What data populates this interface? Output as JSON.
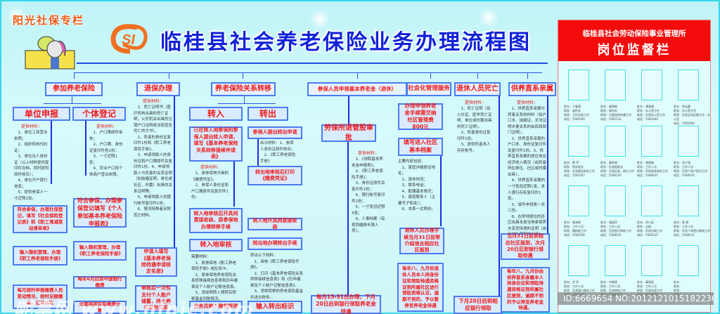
{
  "header": {
    "badge": "阳光社保专栏",
    "title": "临桂县社会养老保险业务办理流程图",
    "logo": "社保SI标志"
  },
  "colors": {
    "title": "#1022d8",
    "box_text": "#f01818",
    "box_border": "#4a7cf0",
    "panel_head": "#f40c0c",
    "logo": "#f07020"
  },
  "columns": {
    "c1": {
      "head": "参加养老保险",
      "unit": {
        "title": "单位申报",
        "mat_label": "提供材料：",
        "mat": "　1、单位工商营业执照；\n　2、组织机构代码证；\n　3、单位法人身份证（以上材料提供复印件存档，同时提供原件核实）；\n　4、单位开户银行信息；\n　5、提供参保人一寸近照1张。",
        "s1": "符合参保，办理社保登记，填写《社会保险登记表》和《职工增减变动清单表》",
        "s2": "输入微机管理，办理《职工养老保险手册》",
        "s3": "每月按时申报缴费人员变动情况，按时足额缴费，记录台账"
      },
      "individual": {
        "title": "个体登记",
        "mat_label": "提供材料：",
        "mat": "　1、户口簿原件审核；\n　2、户口簿、身份证复印件各1份；\n　3、一寸近照1张；\n　4、农业户口持个体商户营业执照。",
        "s1": "符合参保，办理参保登记填写《个人参加基本养老保险申报表》",
        "s2": "输入微机管理，办理《职工养老保险手册》",
        "s3": "每年6月后到中国银行缴费",
        "s4": "过期将按实际缴费计算"
      }
    },
    "c2": {
      "head": "退保办理",
      "mat_label": "提供材料：",
      "mat": "　1、死亡证明书（医疗机构出具的死亡证明，公安机关出具的注销户口证明或法院宣告死亡的文书）。\n　2、死者的身份证复印件1份和《职工养老保险手册》。\n　3、申请领款人的身份证和户口簿原件及复印件1份。4、申请领款人与死者的关系证明（如结婚证明，单位或社区、村委）出具的关系证明等。\n　5、申请领款人的银行帐号复印件1份。\n　6、情况特殊者另附其它材料。",
      "s1": "申请人填写《基本养老保险待遇申请核定名册》",
      "s2": "审核后一次性支付个人账户储蓄，终止养老保险关系"
    },
    "c3": {
      "head": "养老保险关系转移",
      "in": {
        "title": "转入",
        "s1": "已在转入地参保的参保人提出转入申请，填写《基本养老保险关系转移接续申请表》",
        "mat_label": "提供材料：",
        "mat": "　1、原参保地开具的《缴费凭证》。\n　2、参保人身份证和户口簿原件及复印件1份。",
        "s2": "转入地审核后开具同意接收函，原参保地办理转移手续",
        "s3": "转入地审核",
        "mat2": "需要材料：\n　1、原参保地《职工养老保险手册》或社保卡。\n　2、原参保地养老保险关系转移接续信息表和历年缴费及个人帐户记账信息表。\n　3、须说明转入预转实转移基金到账情况。",
        "s4": "业务员输入微机管理"
      },
      "out": {
        "title": "转出",
        "s1": "参保人提出转出申请",
        "mat": "出示材料：1、参保人身份证原件核对。\n　2、《职工养老保险手册》",
        "s2": "转出地审核后打印《缴费凭证》",
        "s3": "转入地开具同意接收函",
        "s4": "转出地办理转出手续",
        "mat2": "转出以下材料：\n　1、审核《职工养老保险手册》。\n　2、打印《基本养老保险关系转移接续信息表》和《历年缴费及个人帐户记账信息表》。\n　3、须将转移的养老保险基金并送交财务。",
        "s5": "输入转出标识"
      }
    },
    "c4": {
      "head": "参保人员申领基本养老金（退休）",
      "s1": "劳保所退管股审批",
      "mat_label": "提供材料：",
      "mat": "　1、《领取基本养老金申报表》；\n　2、《职工养老保险手册》；\n　3、身份证原件及复印件1份；\n　4、银行帐号复印件1份；\n　5、一寸免冠近照3张；\n　6、人事档案（有视同缴费年限人员）。",
      "s2": "每月15-31日办理，下月20日后到银行领取养老金待遇"
    },
    "c5": {
      "head": "社会化管理服务",
      "s1": "办理申领养老金手续需交纳社区管理费800元",
      "s2": "填写进入社区基本档案",
      "mat": "主要内容包括：\n　1、家庭详细居住地址；\n　2、退休时间；\n　3、联系电话；\n　4、配偶基本情况；\n　5、家庭联系人（主要写子和女）；\n　6、本表一式两份。",
      "s3": "退休人员办理手续当月31日前带介绍信去相应社区报到",
      "s4": "每年八、九月份退休人员本人持身份证和领取待遇资格证到所属社区进行领取资格认证，逾期不到的，予以暂停发养老金待遇"
    },
    "c6": {
      "head": "退休人员死亡",
      "mat_label": "提供材料：",
      "mat": "　1、死亡证明（如火化证、医学死亡证明、单位或村委出具的死亡证明）。\n　2、死者身份证复印件1份。\n　3、提供死者本人存折帐号。",
      "s1": "下月20日后到相应银行领取"
    },
    "c7": {
      "head": "供养直系亲属",
      "mat_label": "提供材料：",
      "mat": "　1、供养直系亲属与死者关系的材料（如户口本、结婚证、无法证明夫妻关系的由民政部门证明）。\n　2、供养直系亲属的户口本、身份证复印件及复印件1份。3、供养直系亲属的居住地及经济收入情况（由死者所在单位、社区或村委出具）。\n　4、供养直系亲属的一寸免冠近照1张，本人银行存折复印件1张。\n　5、填写申领表一式二份。\n　6、在异地居住的还应出具本县当地参保养夫享受待遇的证明（由当地社保机构出具）。",
      "s1": "当月31日前到相应社区报到，次月20日后到银行领取待遇",
      "s2": "每年八、九月份由供养直系亲属本人持身份证和领取待遇资格证到所属社区报到，逾期不到的予以停发养老金待遇。"
    }
  },
  "panel": {
    "org": "临桂县社会劳动保险事业管理所",
    "name": "岗位监督栏",
    "staff": [
      {
        "info": "姓名：于春喜\n职务：副所长\n职责：主持全面工作\n电话：5581600"
      },
      {
        "info": "姓名：秦锦新\n职务：副所长\n职责：分管退休待遇工作\n电话：5581132"
      },
      {
        "info": "姓名：谭爱娟\n职务：办公室主任\n职责：负责办公室工作\n电话：5581600"
      },
      {
        "info": "姓名：钟云蕾\n职务：办公室主任\n职责：负责业务征缴工作，办公室\n电话：5581600"
      },
      {
        "info": "姓名：蒙 萍\n职务：财务股长\n职责：负责基金财务工作\n电话：5582267"
      },
      {
        "info": "姓名：秦秋梅\n职务：征收股股长\n职责：负责征收，统计工作\n电话：5580126"
      },
      {
        "info": "姓名：曾国梅\n职务：工作人员\n职责：负责养老保险工作\n电话：5580015"
      },
      {
        "info": "姓名：吴少强\n职务：工作人员\n职责：负责个体户登记工作\n电话：5580015"
      },
      {
        "info": "姓名：谢海燕\n职务：工作人员\n职责：稽核股工作\n电话：5580160"
      },
      {
        "info": "姓名：唐丽珍\n职务：工作人员\n职责：负责登记审核工作\n电话：5580015"
      },
      {
        "info": "姓名：邓小英\n职务：出纳\n职责：负责出纳工作\n电话：5585535"
      },
      {
        "info": "姓名：陈 燕\n职务：工作人员\n职责：负责个体登记审核工作\n电话：5580015"
      },
      {
        "info": "姓名：武 军\n职务：工作人员\n职责：负责窗口服务工作\n电话：5582267"
      },
      {
        "info": "姓名：刘晓燕\n职务：工作人员\n职责：负责审核工作\n电话：5580030"
      },
      {
        "info": "姓名：秦银英\n职务：工作人员\n职责：负责档案工作\n电话：5581600"
      },
      {
        "info": "姓名：\n职务：\n职责：\n电话："
      }
    ]
  },
  "watermark": {
    "site": "昵享网 www.nipic.com",
    "id": "ID:6669654 NO:20121210151822364000"
  }
}
